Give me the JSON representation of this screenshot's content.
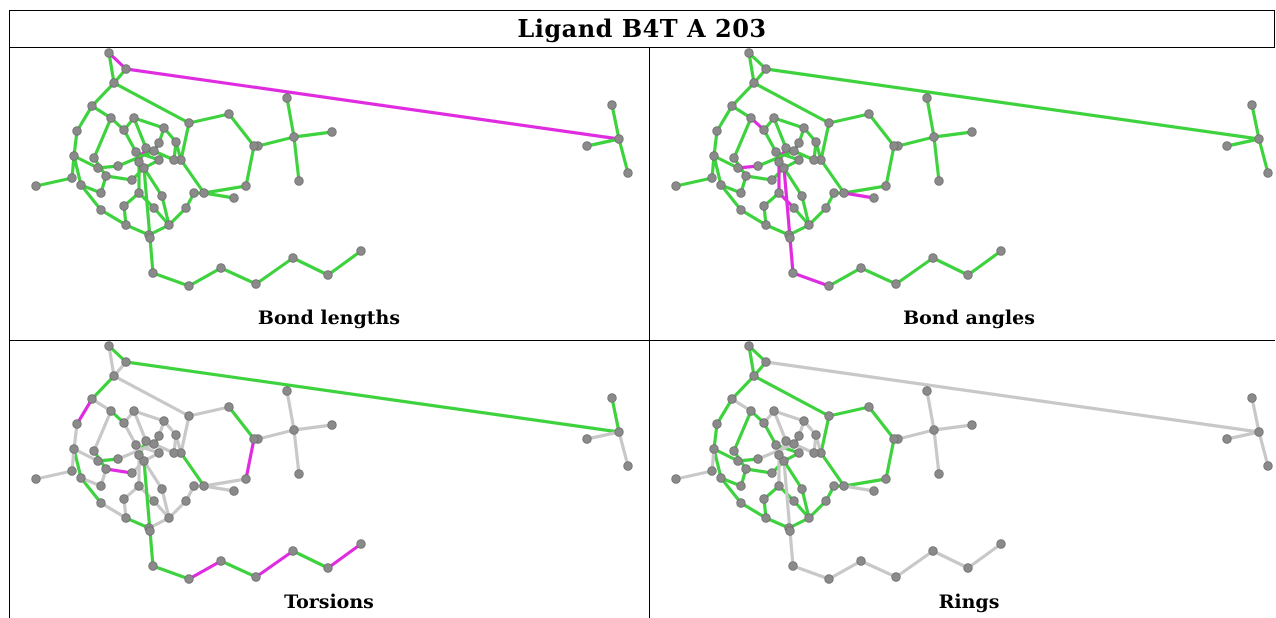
{
  "title": "Ligand B4T A 203",
  "colors": {
    "good": "#3ed23e",
    "outlier": "#e02ce0",
    "neutral": "#c8c8c8",
    "atom": "#8a8a8a"
  },
  "panels": [
    {
      "caption": "Bond lengths",
      "default": "good",
      "outlier_bonds": [
        "c0-c1",
        "c1-t0",
        "h2-l1",
        "l1-i8"
      ]
    },
    {
      "caption": "Bond angles",
      "default": "good",
      "outlier_bonds": [
        "i8-i9",
        "i9-i10",
        "i0-i1",
        "h0-h1",
        "i5-tail0",
        "tail0-tail1",
        "tail1-tail2",
        "l1-i8",
        "r3-b2"
      ]
    },
    {
      "caption": "Torsions",
      "default": "neutral",
      "good_bonds": [
        "c0-c1",
        "c1-t0",
        "t0-t1",
        "t1-t2",
        "i0-i1",
        "i1-i2",
        "i2-i3",
        "o0-o1",
        "o3-o4",
        "o4-o5",
        "o6-o7",
        "h0-h1",
        "r0-r1",
        "r3-r4",
        "tail0-tail1",
        "tail1-tail2",
        "tail3-tail4",
        "tail5-tail6",
        "i5-tail0",
        "l1-i8"
      ],
      "outlier_bonds": [
        "o1-o2",
        "i3-i4",
        "tail2-tail3",
        "tail4-tail5",
        "tail6-tail7",
        "r1-r2"
      ]
    },
    {
      "caption": "Rings",
      "default": "neutral",
      "ring_bonds": true
    }
  ]
}
